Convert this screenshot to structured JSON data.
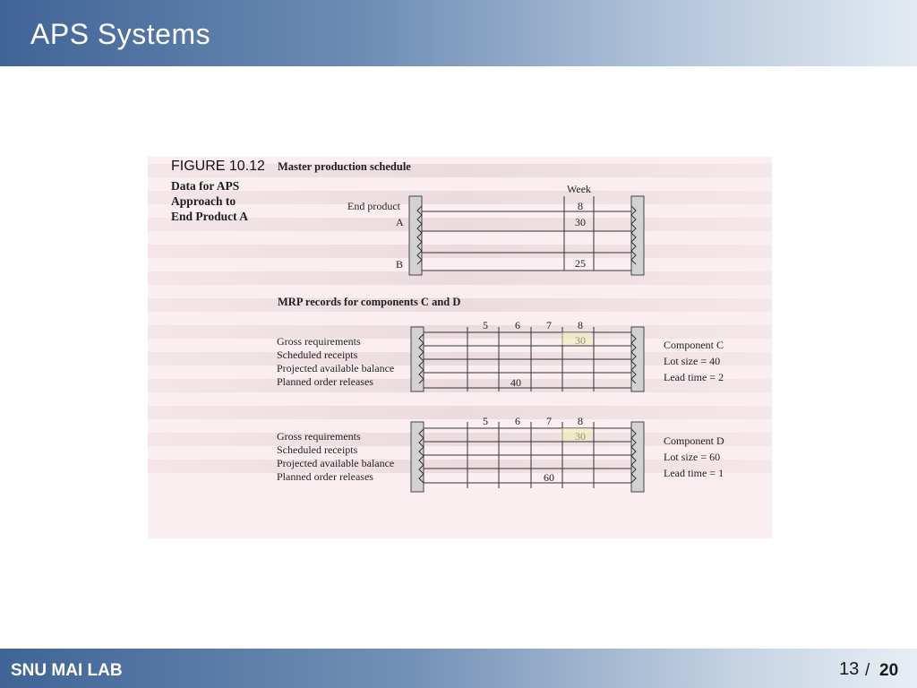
{
  "slide": {
    "title": "APS Systems",
    "footer_lab": "SNU MAI LAB",
    "page_current": "13",
    "page_separator": "/",
    "page_total": "20"
  },
  "figure": {
    "number": "FIGURE 10.12",
    "caption_lines": [
      "Data for APS",
      "Approach to",
      "End Product A"
    ],
    "mps": {
      "heading": "Master production schedule",
      "week_label": "Week",
      "week": "8",
      "end_product_label": "End product",
      "rows": [
        {
          "product": "A",
          "value": "30"
        },
        {
          "product": "B",
          "value": "25"
        }
      ]
    },
    "mrp": {
      "heading": "MRP records for components C and D",
      "records": [
        {
          "weeks": [
            "5",
            "6",
            "7",
            "8"
          ],
          "row_labels": [
            "Gross requirements",
            "Scheduled receipts",
            "Projected available balance",
            "Planned order releases"
          ],
          "gross_requirement_value": "30",
          "planned_order_release_value": "40",
          "info": [
            "Component C",
            "Lot size = 40",
            "Lead time = 2"
          ]
        },
        {
          "weeks": [
            "5",
            "6",
            "7",
            "8"
          ],
          "row_labels": [
            "Gross requirements",
            "Scheduled receipts",
            "Projected available balance",
            "Planned order releases"
          ],
          "gross_requirement_value": "30",
          "planned_order_release_value": "60",
          "info": [
            "Component D",
            "Lot size = 60",
            "Lead time = 1"
          ]
        }
      ]
    }
  }
}
